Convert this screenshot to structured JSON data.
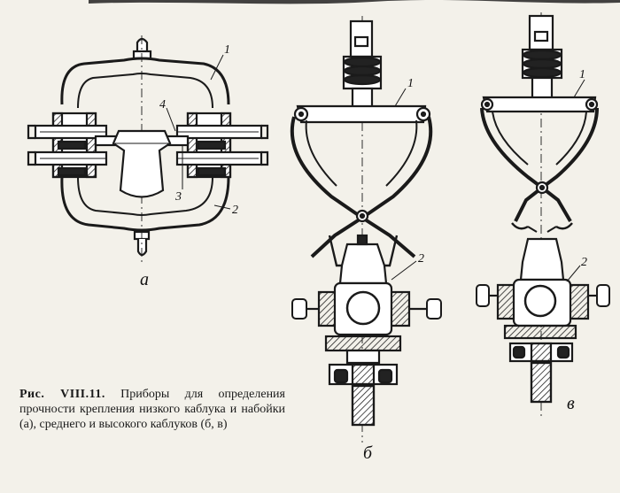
{
  "figure": {
    "caption_label": "Рис. VIII.11.",
    "caption_text": "Приборы для определения прочности крепления низкого каблука и набойки (а), среднего и высокого каблуков (б, в)"
  },
  "labels": {
    "a_part1": "1",
    "a_part2": "2",
    "a_part3": "3",
    "a_part4": "4",
    "b_part1": "1",
    "b_part2": "2",
    "c_part1": "1",
    "c_part2": "2",
    "sub_a": "а",
    "sub_b": "б",
    "sub_c": "в"
  }
}
